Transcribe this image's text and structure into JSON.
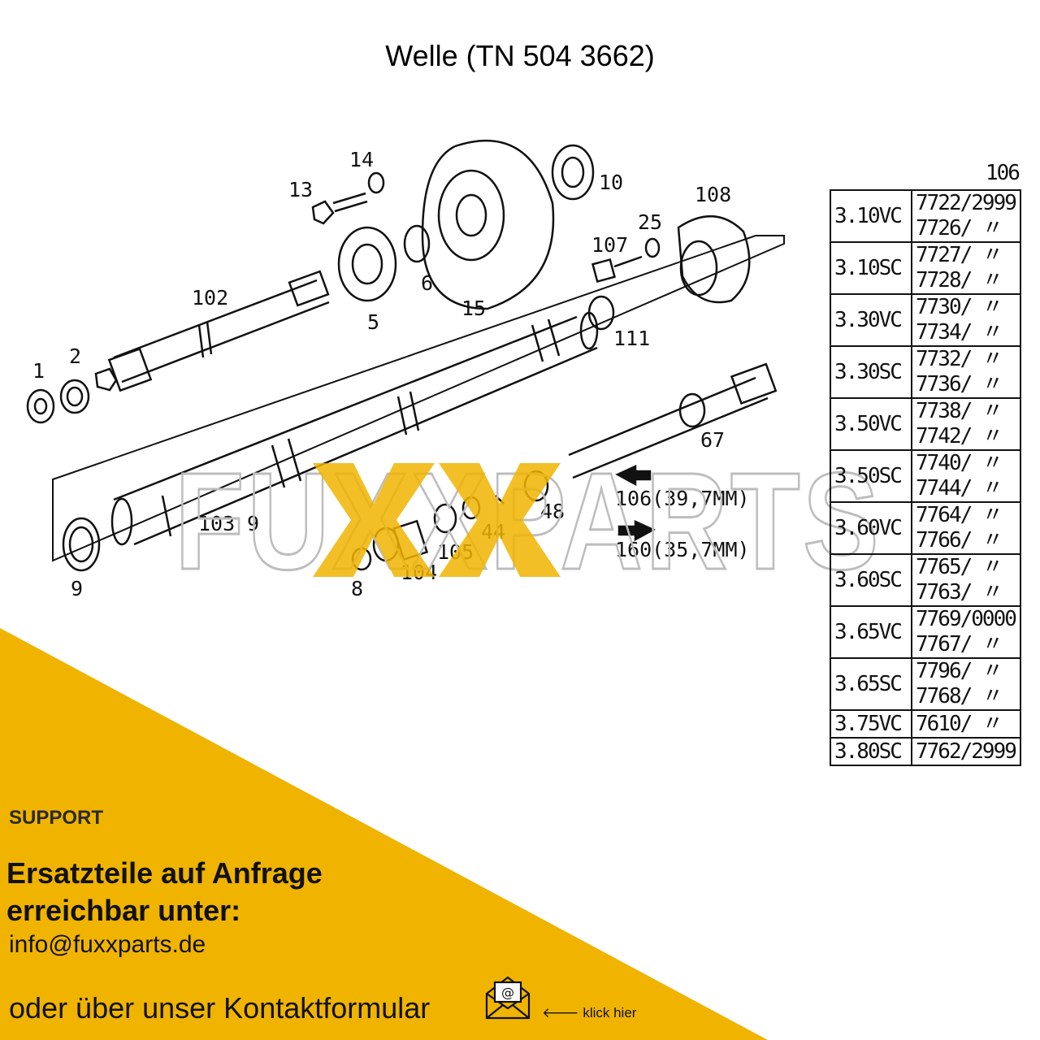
{
  "page": {
    "title": "Welle (TN 504 3662)"
  },
  "diagram": {
    "callouts": [
      "1",
      "2",
      "102",
      "5",
      "6",
      "13",
      "14",
      "15",
      "10",
      "107",
      "25",
      "108",
      "111",
      "67",
      "103",
      "9",
      "8",
      "104",
      "105",
      "44",
      "48"
    ],
    "size_labels": {
      "size_106": "106(39,7MM)",
      "size_160": "160(35,7MM)"
    }
  },
  "watermark": {
    "text": "FUXXPARTS",
    "brand_color": "#F0B400"
  },
  "model_table": {
    "column_header": "106",
    "rows": [
      {
        "model": "3.10VC",
        "codes": [
          "7722/2999",
          "7726/ 〃"
        ]
      },
      {
        "model": "3.10SC",
        "codes": [
          "7727/ 〃",
          "7728/ 〃"
        ]
      },
      {
        "model": "3.30VC",
        "codes": [
          "7730/ 〃",
          "7734/ 〃"
        ]
      },
      {
        "model": "3.30SC",
        "codes": [
          "7732/ 〃",
          "7736/ 〃"
        ]
      },
      {
        "model": "3.50VC",
        "codes": [
          "7738/ 〃",
          "7742/ 〃"
        ]
      },
      {
        "model": "3.50SC",
        "codes": [
          "7740/ 〃",
          "7744/ 〃"
        ]
      },
      {
        "model": "3.60VC",
        "codes": [
          "7764/ 〃",
          "7766/ 〃"
        ]
      },
      {
        "model": "3.60SC",
        "codes": [
          "7765/ 〃",
          "7763/ 〃"
        ]
      },
      {
        "model": "3.65VC",
        "codes": [
          "7769/0000",
          "7767/ 〃"
        ]
      },
      {
        "model": "3.65SC",
        "codes": [
          "7796/ 〃",
          "7768/ 〃"
        ]
      },
      {
        "model": "3.75VC",
        "codes": [
          "7610/ 〃"
        ]
      },
      {
        "model": "3.80SC",
        "codes": [
          "7762/2999"
        ]
      }
    ]
  },
  "support": {
    "label": "SUPPORT",
    "title_line1": "Ersatzteile auf Anfrage",
    "title_line2": "erreichbar unter:",
    "email": "info@fuxxparts.de",
    "form_text": "oder über unser Kontaktformular",
    "click_hint": "klick hier",
    "icon": "mail-icon",
    "bg_color": "#F0B400"
  }
}
